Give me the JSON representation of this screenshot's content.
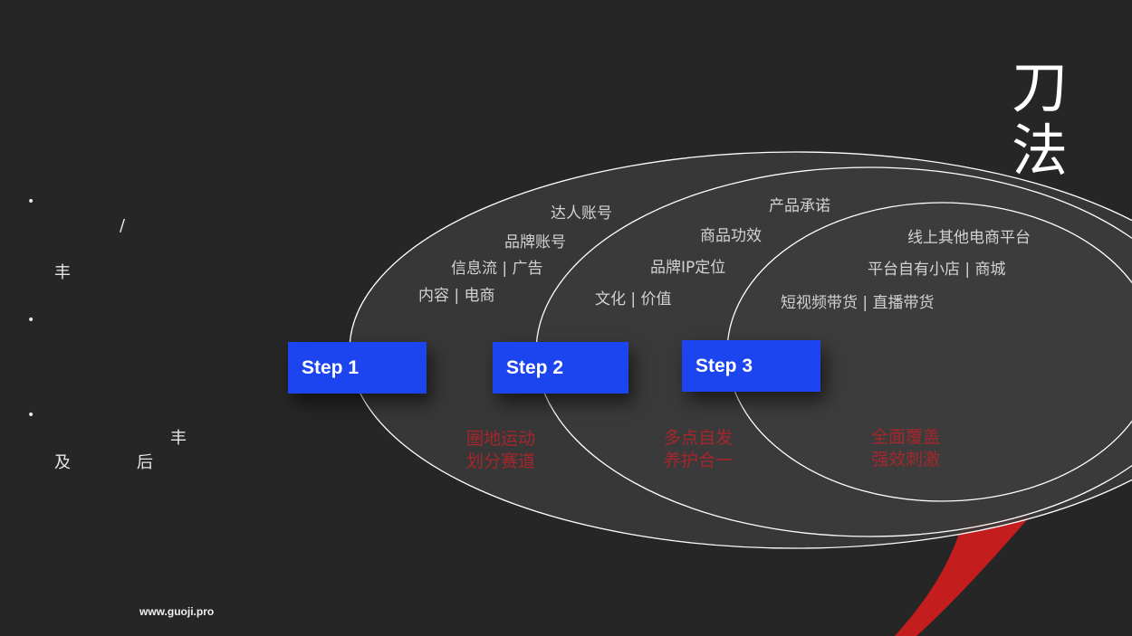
{
  "title": [
    "刀",
    "法"
  ],
  "left_fragments": [
    {
      "id": "slash",
      "text": "/"
    },
    {
      "id": "feng1",
      "text": "丰"
    },
    {
      "id": "feng2",
      "text": "丰"
    },
    {
      "id": "ji",
      "text": "及"
    },
    {
      "id": "hou",
      "text": "后"
    }
  ],
  "steps": [
    {
      "label": "Step 1"
    },
    {
      "label": "Step 2"
    },
    {
      "label": "Step 3"
    }
  ],
  "ring1_labels": [
    "达人账号",
    "品牌账号",
    "信息流 | 广告",
    "内容 | 电商"
  ],
  "ring2_labels": [
    "产品承诺",
    "商品功效",
    "品牌IP定位",
    "文化 | 价值"
  ],
  "ring3_labels": [
    "线上其他电商平台",
    "平台自有小店 | 商城",
    "短视频带货 | 直播带货"
  ],
  "red_captions": [
    {
      "line1": "圈地运动",
      "line2": "划分赛道"
    },
    {
      "line1": "多点自发",
      "line2": "养护合一"
    },
    {
      "line1": "全面覆盖",
      "line2": "强效刺激"
    }
  ],
  "footer_url": "www.guoji.pro",
  "colors": {
    "background": "#262626",
    "ellipse_fill": "#3a3a3a",
    "ellipse_stroke": "#ffffff",
    "step_blue": "#1c44ef",
    "caption_red": "#a5262c",
    "ribbon_red": "#c41d1d"
  }
}
